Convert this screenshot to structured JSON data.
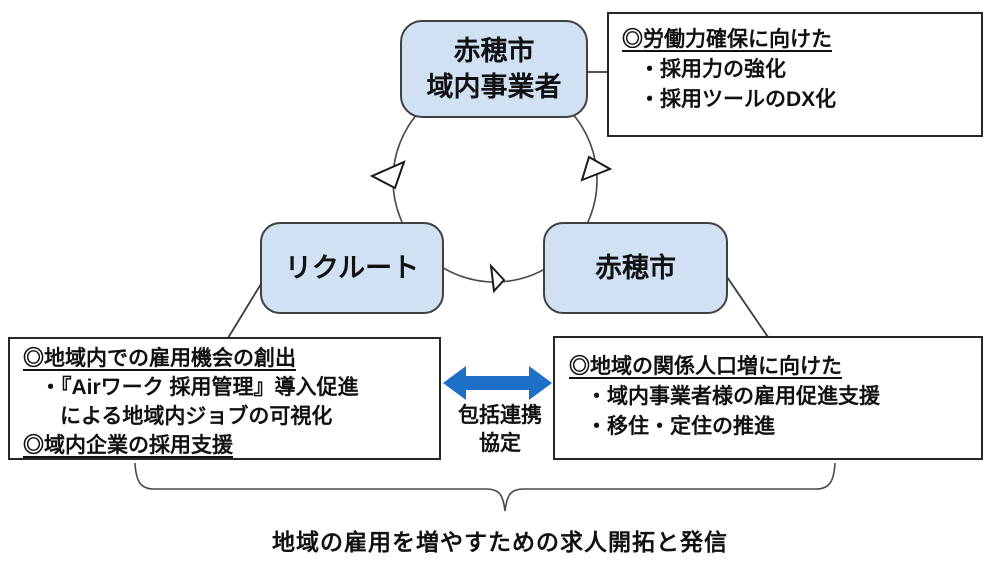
{
  "nodes": {
    "top": {
      "line1": "赤穂市",
      "line2": "域内事業者"
    },
    "left": {
      "label": "リクルート"
    },
    "right": {
      "label": "赤穂市"
    }
  },
  "callouts": {
    "top_right": {
      "heading": "◎労働力確保に向けた",
      "items": [
        "・採用力の強化",
        "・採用ツールのDX化"
      ]
    },
    "bottom_left": {
      "heading": "◎地域内での雇用機会の創出",
      "item": "・『Airワーク 採用管理』導入促進",
      "item_continuation": "による地域内ジョブの可視化",
      "heading2": "◎域内企業の採用支援"
    },
    "bottom_right": {
      "heading": "◎地域の関係人口増に向けた",
      "items": [
        "・域内事業者様の雇用促進支援",
        "・移住・定住の推進"
      ]
    }
  },
  "partnership": {
    "line1": "包括連携",
    "line2": "協定"
  },
  "caption": "地域の雇用を増やすための求人開拓と発信",
  "colors": {
    "node_fill": "#cfe1f2",
    "node_border": "#404040",
    "callout_border": "#262626",
    "arrow_blue": "#1e6fc8",
    "line": "#4a4a4a"
  }
}
